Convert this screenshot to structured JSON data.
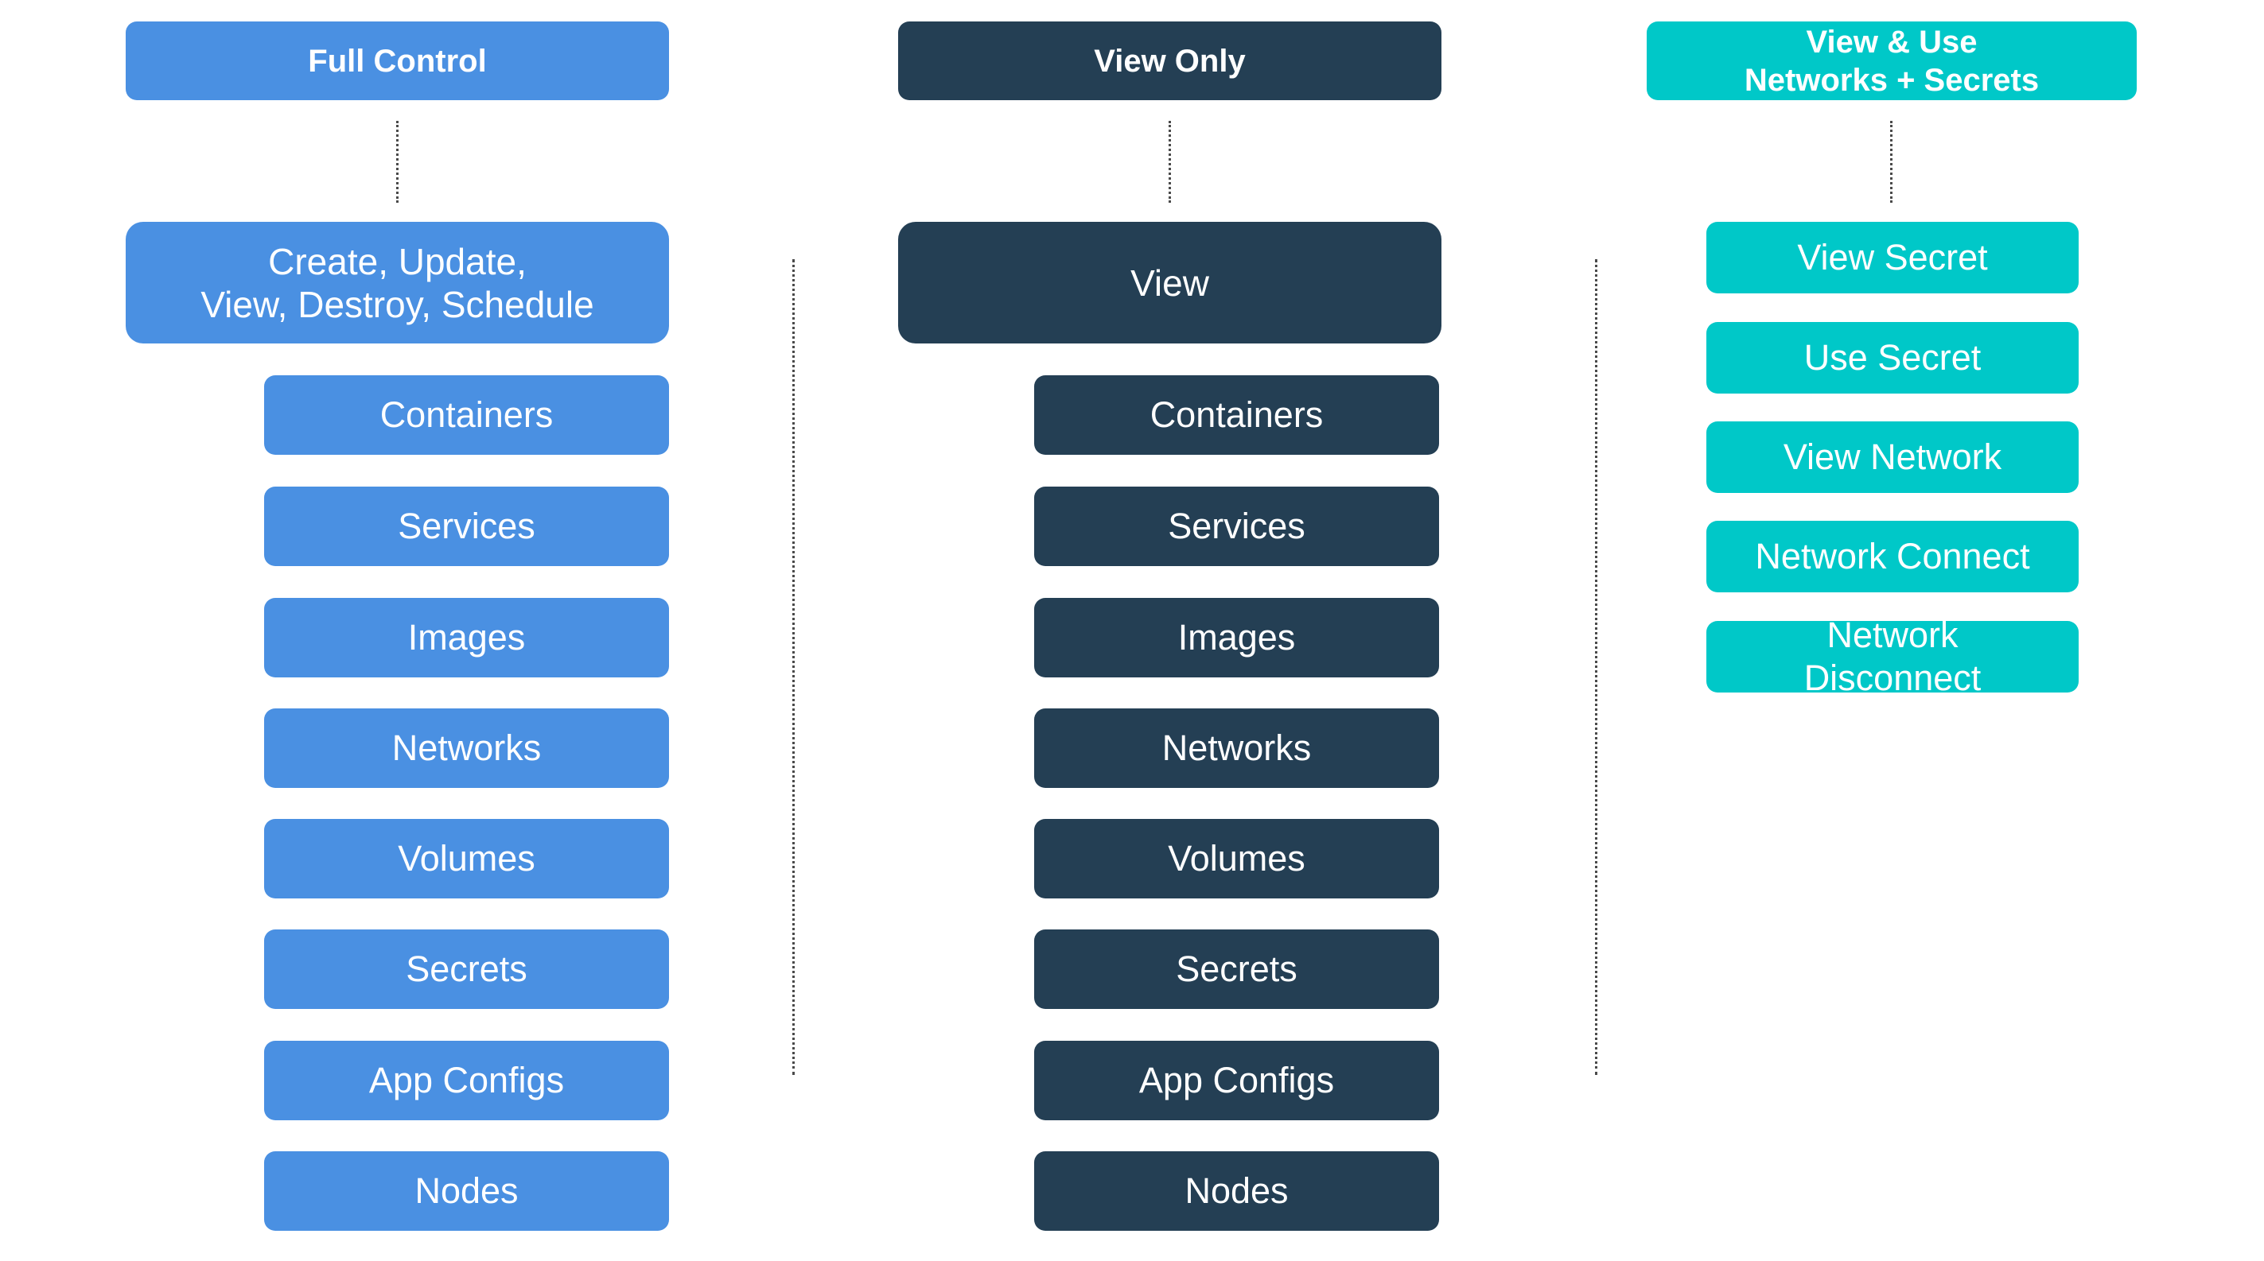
{
  "colors": {
    "full_control": "#4a90e2",
    "view_only": "#243f54",
    "view_use": "#00c8c8"
  },
  "columns": {
    "full_control": {
      "header": "Full Control",
      "main": "Create, Update,\nView, Destroy, Schedule",
      "items": [
        "Containers",
        "Services",
        "Images",
        "Networks",
        "Volumes",
        "Secrets",
        "App Configs",
        "Nodes"
      ]
    },
    "view_only": {
      "header": "View Only",
      "main": "View",
      "items": [
        "Containers",
        "Services",
        "Images",
        "Networks",
        "Volumes",
        "Secrets",
        "App Configs",
        "Nodes"
      ]
    },
    "view_use": {
      "header": "View & Use\nNetworks + Secrets",
      "items": [
        "View Secret",
        "Use Secret",
        "View Network",
        "Network Connect",
        "Network\nDisconnect"
      ]
    }
  }
}
